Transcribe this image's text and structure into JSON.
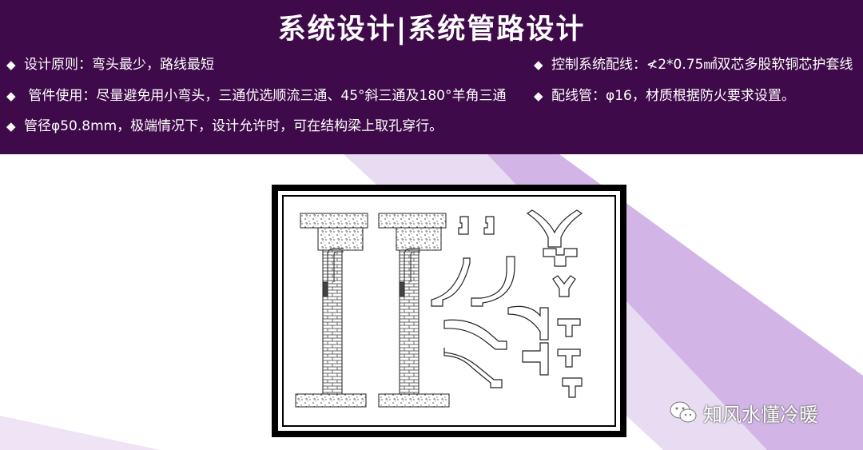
{
  "title": "系统设计|系统管路设计",
  "bullets_left": [
    "设计原则：弯头最少，路线最短",
    " 管件使用：尽量避免用小弯头，三通优选顺流三通、45°斜三通及180°羊角三通",
    "管径φ50.8mm，极端情况下，设计允许时，可在结构梁上取孔穿行。"
  ],
  "bullets_right": [
    "控制系统配线：≮2*0.75㎟双芯多股软铜芯护套线",
    "配线管：φ16，材质根据防火要求设置。"
  ],
  "bullet_marker": "◆",
  "watermark": {
    "text": "知风水懂冷暖",
    "icon": "wechat-icon"
  },
  "colors": {
    "header_bg": "#3f0a4a",
    "decor_light": "#e6d6f0",
    "decor_mid": "#c9a6e0",
    "frame": "#000000"
  }
}
